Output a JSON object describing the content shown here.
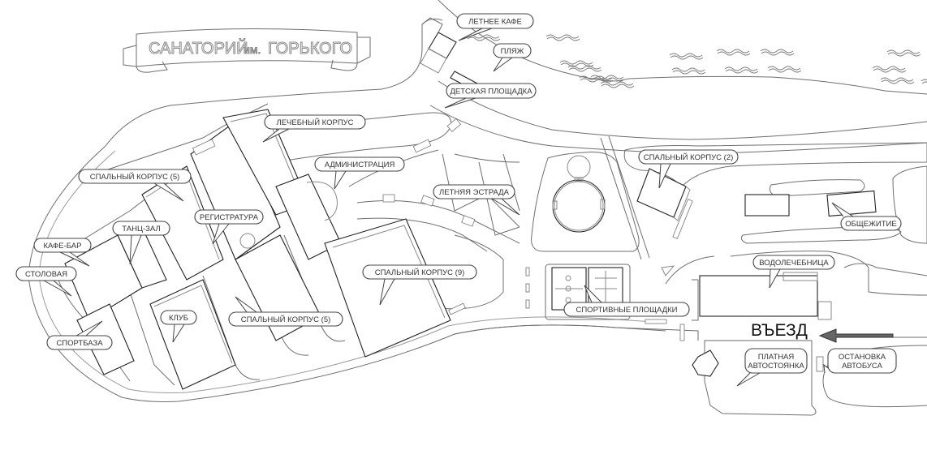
{
  "map": {
    "title": "САНАТОРИЙ им. ГОРЬКОГО",
    "title_main": "САНАТОРИЙ",
    "title_mid": "им.",
    "title_end": "ГОРЬКОГО",
    "entrance_label": "ВЪЕЗД",
    "colors": {
      "background": "#ffffff",
      "outline": "#6e6e6e",
      "building": "#222222",
      "entrance_arrow": "#555555"
    },
    "labels": {
      "summer_cafe": "ЛЕТНЕЕ КАФЕ",
      "beach": "ПЛЯЖ",
      "playground": "ДЕТСКАЯ ПЛОЩАДКА",
      "treatment_building": "ЛЕЧЕБНЫЙ КОРПУС",
      "administration": "АДМИНИСТРАЦИЯ",
      "summer_stage": "ЛЕТНЯЯ ЭСТРАДА",
      "dorm_building_5_top": "СПАЛЬНЫЙ КОРПУС (5)",
      "registry": "РЕГИСТРАТУРА",
      "dance_hall": "ТАНЦ-ЗАЛ",
      "cafe_bar": "КАФЕ-БАР",
      "canteen": "СТОЛОВАЯ",
      "club": "КЛУБ",
      "dorm_building_5_bottom": "СПАЛЬНЫЙ КОРПУС (5)",
      "sports_base": "СПОРТБАЗА",
      "dorm_building_9": "СПАЛЬНЫЙ КОРПУС (9)",
      "sports_grounds": "СПОРТИВНЫЕ ПЛОЩАДКИ",
      "dorm_building_2": "СПАЛЬНЫЙ КОРПУС (2)",
      "hostel": "ОБЩЕЖИТИЕ",
      "hydrotherapy": "ВОДОЛЕЧЕБНИЦА",
      "paid_parking_line1": "ПЛАТНАЯ",
      "paid_parking_line2": "АВТОСТОЯНКА",
      "bus_stop_line1": "ОСТАНОВКА",
      "bus_stop_line2": "АВТОБУСА"
    }
  }
}
